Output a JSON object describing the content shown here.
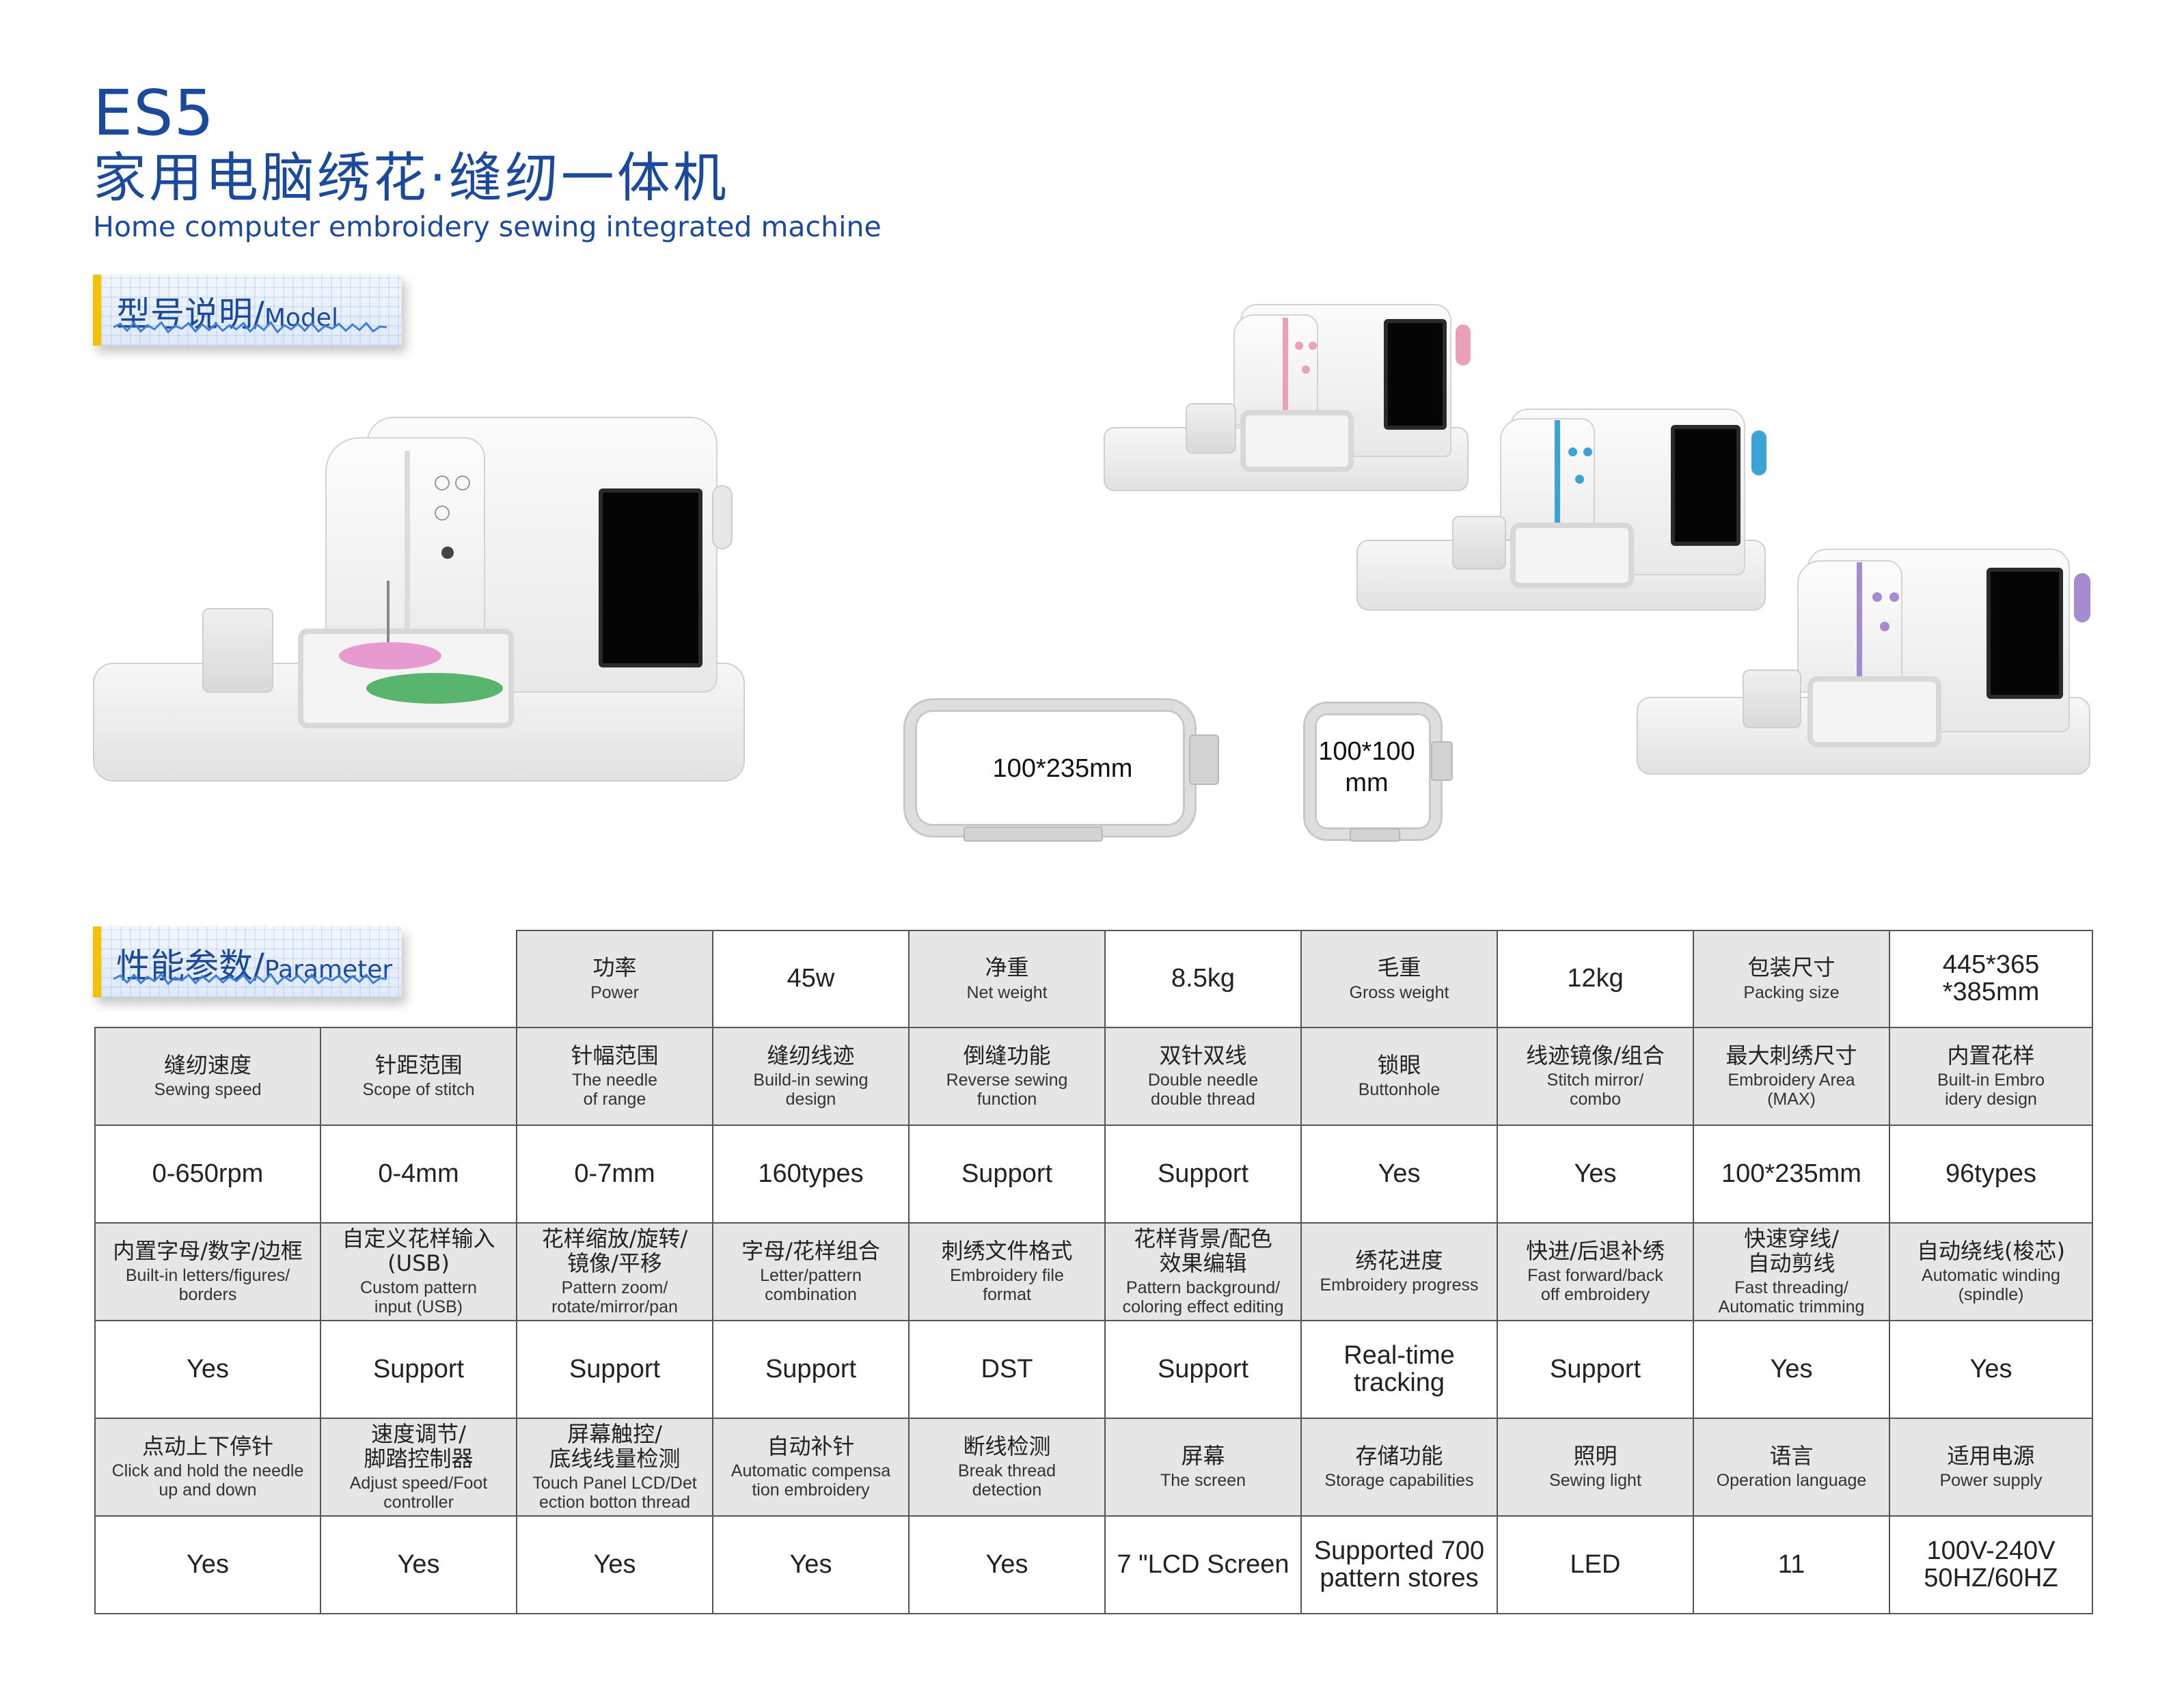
{
  "header": {
    "model": "ES5",
    "title_cn": "家用电脑绣花·缝纫一体机",
    "title_en": "Home computer embroidery sewing integrated machine"
  },
  "sections": {
    "model_cn": "型号说明/",
    "model_en": "Model",
    "param_cn": "性能参数/",
    "param_en": "Parameter"
  },
  "hoops": {
    "large": "100*235mm",
    "small_line1": "100*100",
    "small_line2": "mm"
  },
  "colors": {
    "brand_blue": "#1b4a9c",
    "tag_yellow": "#f2c300",
    "variant_pink": "#e9a0b8",
    "variant_blue": "#3aa3d8",
    "variant_purple": "#a78bd0"
  },
  "params": {
    "top": [
      {
        "cn": "功率",
        "en": "Power",
        "value": "45w"
      },
      {
        "cn": "净重",
        "en": "Net weight",
        "value": "8.5kg"
      },
      {
        "cn": "毛重",
        "en": "Gross weight",
        "value": "12kg"
      },
      {
        "cn": "包装尺寸",
        "en": "Packing size",
        "value": "445*365\n*385mm"
      }
    ],
    "row1": [
      {
        "cn": "缝纫速度",
        "en": "Sewing speed",
        "value": "0-650rpm"
      },
      {
        "cn": "针距范围",
        "en": "Scope of stitch",
        "value": "0-4mm"
      },
      {
        "cn": "针幅范围",
        "en": "The needle\nof range",
        "value": "0-7mm"
      },
      {
        "cn": "缝纫线迹",
        "en": "Build-in sewing\ndesign",
        "value": "160types"
      },
      {
        "cn": "倒缝功能",
        "en": "Reverse sewing\nfunction",
        "value": "Support"
      },
      {
        "cn": "双针双线",
        "en": "Double needle\ndouble thread",
        "value": "Support"
      },
      {
        "cn": "锁眼",
        "en": "Buttonhole",
        "value": "Yes"
      },
      {
        "cn": "线迹镜像/组合",
        "en": "Stitch mirror/\ncombo",
        "value": "Yes"
      },
      {
        "cn": "最大刺绣尺寸",
        "en": "Embroidery Area\n(MAX)",
        "value": "100*235mm"
      },
      {
        "cn": "内置花样",
        "en": "Built-in Embro\nidery design",
        "value": "96types"
      }
    ],
    "row2": [
      {
        "cn": "内置字母/数字/边框",
        "en": "Built-in letters/figures/\nborders",
        "value": "Yes"
      },
      {
        "cn": "自定义花样输入\n(USB)",
        "en": "Custom pattern\ninput (USB)",
        "value": "Support"
      },
      {
        "cn": "花样缩放/旋转/\n镜像/平移",
        "en": "Pattern zoom/\nrotate/mirror/pan",
        "value": "Support"
      },
      {
        "cn": "字母/花样组合",
        "en": "Letter/pattern\ncombination",
        "value": "Support"
      },
      {
        "cn": "刺绣文件格式",
        "en": "Embroidery file\nformat",
        "value": "DST"
      },
      {
        "cn": "花样背景/配色\n效果编辑",
        "en": "Pattern background/\ncoloring effect editing",
        "value": "Support"
      },
      {
        "cn": "绣花进度",
        "en": "Embroidery progress",
        "value": "Real-time\ntracking"
      },
      {
        "cn": "快进/后退补绣",
        "en": "Fast forward/back\noff embroidery",
        "value": "Support"
      },
      {
        "cn": "快速穿线/\n自动剪线",
        "en": "Fast threading/\nAutomatic trimming",
        "value": "Yes"
      },
      {
        "cn": "自动绕线(梭芯)",
        "en": "Automatic winding\n(spindle)",
        "value": "Yes"
      }
    ],
    "row3": [
      {
        "cn": "点动上下停针",
        "en": "Click and hold the needle\nup and down",
        "value": "Yes"
      },
      {
        "cn": "速度调节/\n脚踏控制器",
        "en": "Adjust speed/Foot\ncontroller",
        "value": "Yes"
      },
      {
        "cn": "屏幕触控/\n底线线量检测",
        "en": "Touch Panel LCD/Det\nection botton thread",
        "value": "Yes"
      },
      {
        "cn": "自动补针",
        "en": "Automatic compensa\ntion embroidery",
        "value": "Yes"
      },
      {
        "cn": "断线检测",
        "en": "Break thread\ndetection",
        "value": "Yes"
      },
      {
        "cn": "屏幕",
        "en": "The screen",
        "value": "7 \"LCD Screen"
      },
      {
        "cn": "存储功能",
        "en": "Storage capabilities",
        "value": "Supported 700\npattern stores"
      },
      {
        "cn": "照明",
        "en": "Sewing light",
        "value": "LED"
      },
      {
        "cn": "语言",
        "en": "Operation language",
        "value": "11"
      },
      {
        "cn": "适用电源",
        "en": "Power supply",
        "value": "100V-240V\n50HZ/60HZ"
      }
    ]
  }
}
